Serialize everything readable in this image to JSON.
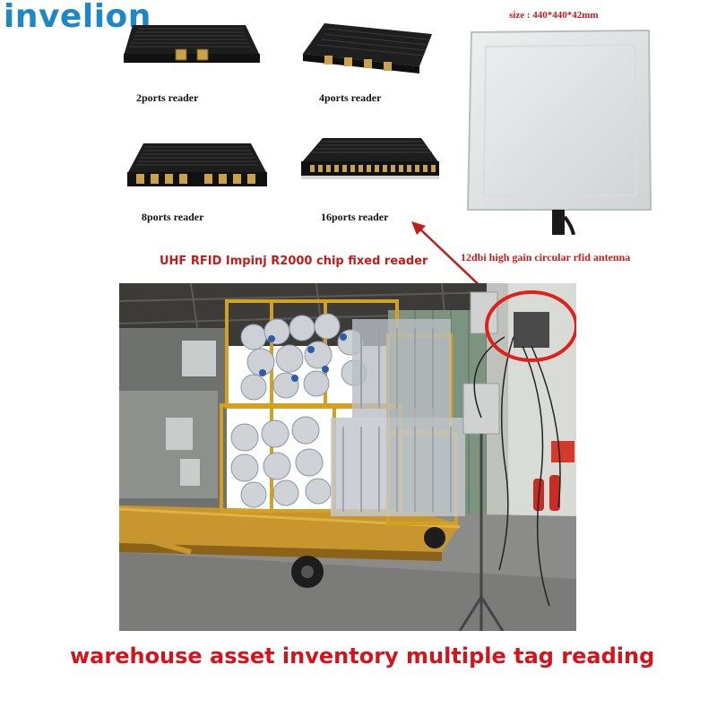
{
  "brand": "invelion",
  "antenna": {
    "size_label": "size : 440*440*42mm",
    "caption": "12dbi high gain circular rfid antenna"
  },
  "readers": [
    {
      "label": "2ports reader",
      "ports": 2
    },
    {
      "label": "4ports reader",
      "ports": 4
    },
    {
      "label": "8ports reader",
      "ports": 8
    },
    {
      "label": "16ports reader",
      "ports": 16
    }
  ],
  "reader_caption": "UHF RFID Impinj R2000 chip fixed reader",
  "bottom_title": "warehouse asset inventory multiple tag reading",
  "colors": {
    "brand": "#1e88c7",
    "accent_red": "#c41a1a",
    "title_red": "#d4141a"
  }
}
